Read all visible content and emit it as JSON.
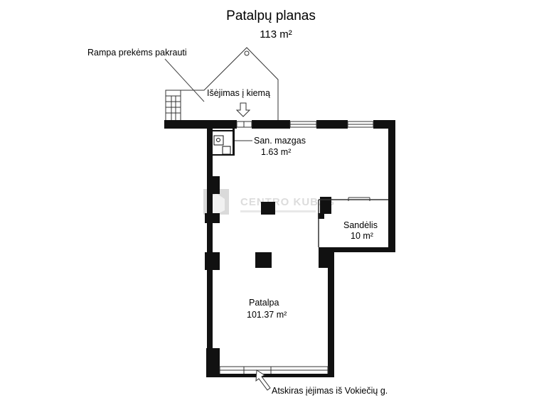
{
  "header": {
    "title": "Patalpų planas",
    "total_area": "113 m²"
  },
  "labels": {
    "ramp": "Rampa prekėms pakrauti",
    "yard_exit": "Išėjimas į kiemą",
    "separate_entrance": "Atskiras įėjimas iš Vokiečių g."
  },
  "rooms": {
    "wc": {
      "name": "San. mazgas",
      "area": "1.63 m²"
    },
    "storage": {
      "name": "Sandėlis",
      "area": "10 m²"
    },
    "main": {
      "name": "Patalpa",
      "area": "101.37 m²"
    }
  },
  "watermark": {
    "brand": "CENTRO KUBAS"
  },
  "colors": {
    "wall": "#111111",
    "line": "#333333",
    "watermark": "#c8c8c8"
  }
}
